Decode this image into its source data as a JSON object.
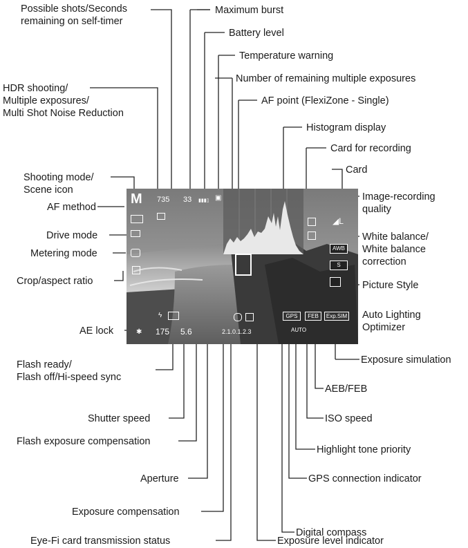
{
  "screen_text": {
    "mode": "M",
    "shots": "735",
    "burst": "33",
    "shutter": "175",
    "aperture": "5.6",
    "wb": "AWB",
    "picture_style": "S",
    "gps": "GPS",
    "feb": "FEB",
    "expsim": "Exp.SIM",
    "iso": "AUTO",
    "scale": "2.1.0.1.2.3"
  },
  "labels": {
    "possible_shots": "Possible shots/Seconds\nremaining on self-timer",
    "maximum_burst": "Maximum burst",
    "battery_level": "Battery level",
    "temperature_warning": "Temperature warning",
    "remaining_multiple": "Number of remaining multiple exposures",
    "af_point": "AF point (FlexiZone - Single)",
    "hdr": "HDR shooting/\nMultiple exposures/\nMulti Shot Noise Reduction",
    "histogram": "Histogram display",
    "card_recording": "Card for recording",
    "card": "Card",
    "shooting_mode": "Shooting mode/\nScene icon",
    "image_quality": "Image-recording\nquality",
    "af_method": "AF method",
    "drive_mode": "Drive mode",
    "white_balance": "White balance/\nWhite balance\ncorrection",
    "metering_mode": "Metering mode",
    "crop": "Crop/aspect ratio",
    "picture_style": "Picture Style",
    "auto_lighting": "Auto Lighting\nOptimizer",
    "ae_lock": "AE lock",
    "exposure_sim": "Exposure simulation",
    "flash_ready": "Flash ready/\nFlash off/Hi-speed sync",
    "aeb_feb": "AEB/FEB",
    "shutter_speed": "Shutter speed",
    "iso_speed": "ISO speed",
    "flash_comp": "Flash exposure compensation",
    "highlight_tone": "Highlight tone priority",
    "aperture": "Aperture",
    "gps_indicator": "GPS connection indicator",
    "exposure_comp": "Exposure compensation",
    "digital_compass": "Digital compass",
    "eyefi": "Eye-Fi card transmission status",
    "exposure_level": "Exposure level indicator"
  }
}
